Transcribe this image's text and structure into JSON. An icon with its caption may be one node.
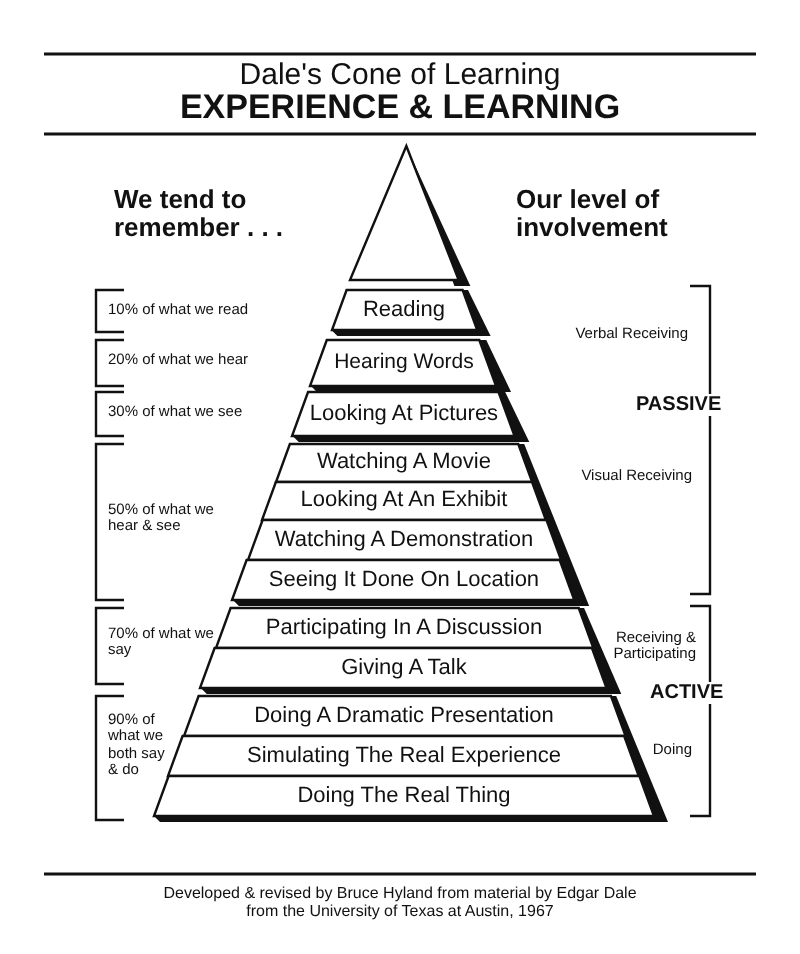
{
  "diagram": {
    "title": "Dale's Cone of Learning",
    "caption": "Developed & revised by Bruce Hyland from material by Edgar Dale from the University of Texas at Austin, 1967",
    "nodes": [
      {
        "text": [],
        "shape": "triangle"
      },
      {
        "text": [
          "Reading"
        ]
      },
      {
        "text": [
          "Hearing Words"
        ]
      },
      {
        "text": [
          "Looking At Pictures"
        ]
      },
      {
        "text": [
          "Watching A Movie"
        ]
      },
      {
        "text": [
          "Looking At An Exhibit"
        ]
      },
      {
        "text": [
          "Watching A Demonstration"
        ]
      },
      {
        "text": [
          "Seeing It Done On Location"
        ]
      },
      {
        "text": [
          "Participating In A Discussion"
        ]
      },
      {
        "text": [
          "Giving A Talk"
        ]
      },
      {
        "text": [
          "Doing A Dramatic Presentation"
        ]
      },
      {
        "text": [
          "Simulating The Real Experience"
        ]
      },
      {
        "text": [
          "Doing The Real Thing"
        ]
      }
    ],
    "labels": [
      "EXPERIENCE & LEARNING",
      "We tend to remember . . .",
      "Our level of involvement",
      "10% of what we read",
      "Verbal Receiving",
      "20% of what we hear",
      "30% of what we see",
      "PASSIVE",
      "50% of what we hear & see",
      "Visual Receiving",
      "70% of what we say",
      "Receiving & Participating",
      "ACTIVE",
      "90% of what we both say & do",
      "Doing"
    ]
  }
}
